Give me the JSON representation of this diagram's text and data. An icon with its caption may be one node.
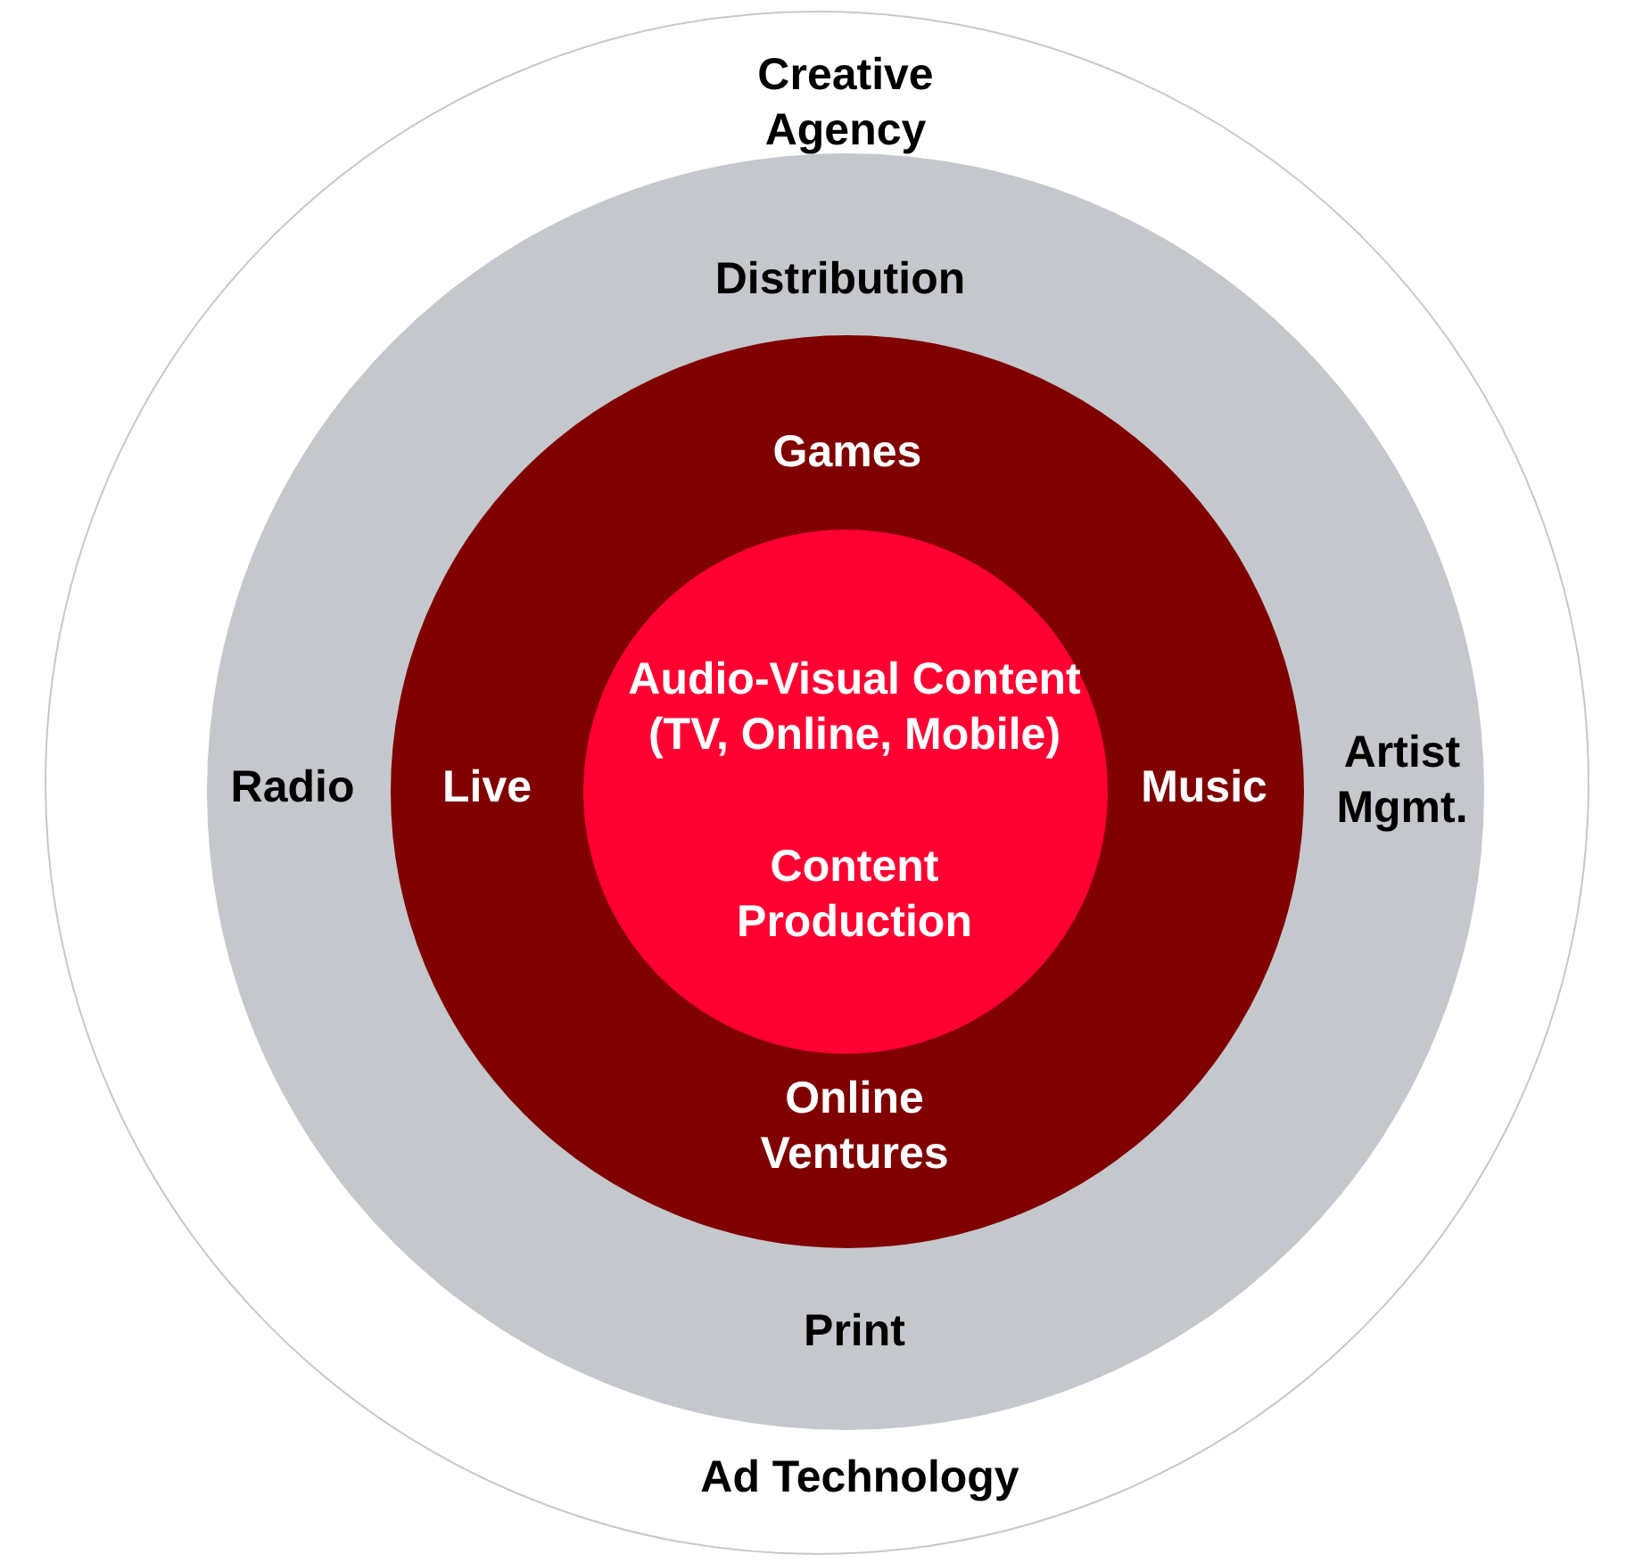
{
  "diagram": {
    "nodes": [
      {
        "text": [
          "Creative Agency",
          "Ad Technology"
        ]
      },
      {
        "text": [
          "Distribution",
          "Radio",
          "Artist Mgmt.",
          "Print"
        ],
        "in": 0
      },
      {
        "text": [
          "Games",
          "Live",
          "Music",
          "Online Ventures"
        ],
        "in": 1
      },
      {
        "text": [
          "Audio-Visual Content (TV, Online, Mobile)",
          "Content Production"
        ],
        "in": 2
      }
    ]
  }
}
